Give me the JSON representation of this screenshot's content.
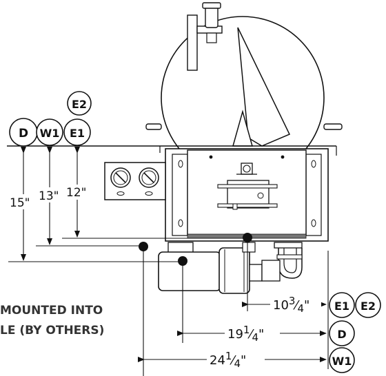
{
  "callouts": {
    "e2_top": "E2",
    "d_left": "D",
    "w1_left": "W1",
    "e1_left": "E1",
    "e1_right": "E1",
    "e2_right": "E2",
    "d_right": "D",
    "w1_right": "W1"
  },
  "dimensions": {
    "vertical": [
      {
        "value": "15\""
      },
      {
        "value": "13\""
      },
      {
        "value": "12\""
      }
    ],
    "horizontal": [
      {
        "whole": "10",
        "num": "3",
        "den": "4",
        "unit": "\""
      },
      {
        "whole": "19",
        "num": "1",
        "den": "4",
        "unit": "\""
      },
      {
        "whole": "24",
        "num": "1",
        "den": "4",
        "unit": "\""
      }
    ]
  },
  "note": {
    "line1": "MOUNTED INTO",
    "line2": "LE (BY OTHERS)"
  }
}
